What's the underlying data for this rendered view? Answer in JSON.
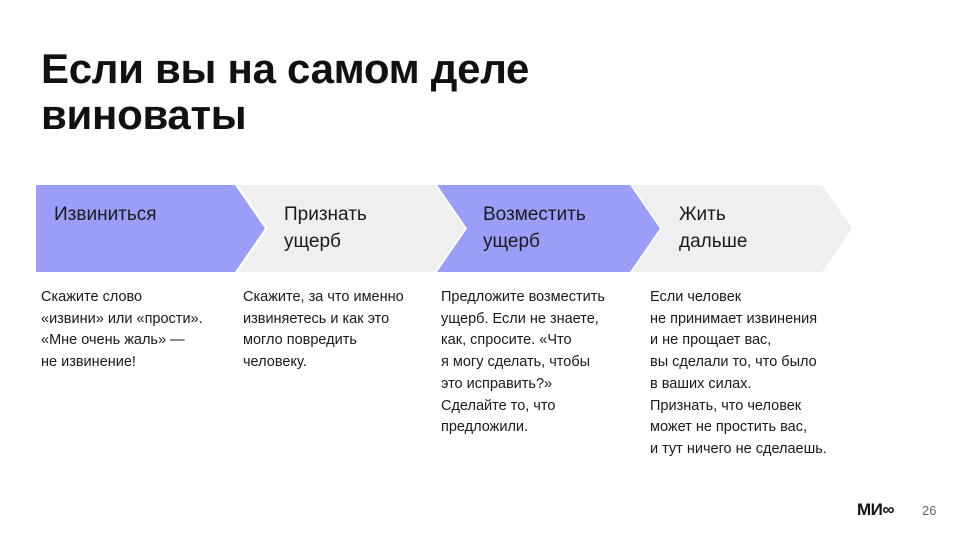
{
  "title": "Если вы на самом деле виноваты",
  "steps": [
    {
      "label": "Извиниться",
      "text": "Скажите слово\n«извини» или «прости».\n«Мне очень жаль» —\nне извинение!",
      "color": "#9a9ef9"
    },
    {
      "label": "Признать\nущерб",
      "text": "Скажите, за что именно\nизвиняетесь и как это\nмогло повредить\nчеловеку.",
      "color": "#efefef"
    },
    {
      "label": "Возместить\nущерб",
      "text": "Предложите возместить\nущерб. Если не знаете,\nкак, спросите. «Что\nя могу сделать, чтобы\nэто исправить?»\nСделайте то, что\nпредложили.",
      "color": "#9a9ef9"
    },
    {
      "label": "Жить\nдальше",
      "text": "Если человек\nне принимает извинения\nи не прощает вас,\nвы сделали то, что было\nв ваших силах.\nПризнать, что человек\nможет не простить вас,\nи тут ничего не сделаешь.",
      "color": "#efefef"
    }
  ],
  "logo": "МИФ",
  "page_number": "26"
}
